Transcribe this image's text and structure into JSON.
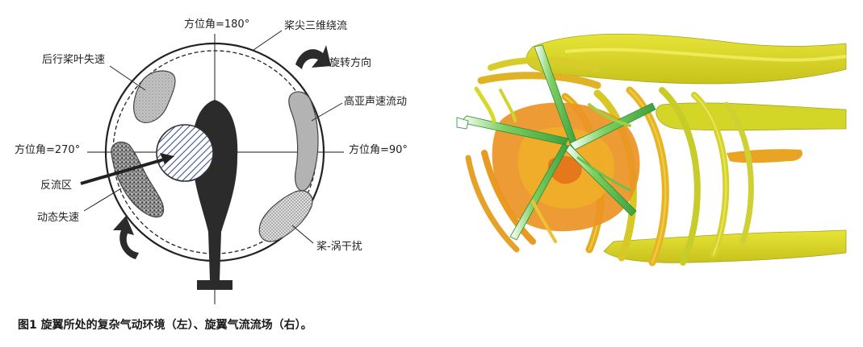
{
  "diagram": {
    "labels": {
      "azimuth_180": "方位角=180°",
      "azimuth_270": "方位角=270°",
      "azimuth_90": "方位角=90°",
      "tip_flow": "桨尖三维绕流",
      "rotation_dir": "旋转方向",
      "retreating_stall": "后行桨叶失速",
      "transonic_flow": "高亚声速流动",
      "reverse_flow": "反流区",
      "dynamic_stall": "动态失速",
      "blade_vortex": "桨-涡干扰"
    }
  },
  "caption": "图1  旋翼所处的复杂气动环境（左）、旋翼气流流场（右）。",
  "colors": {
    "blade": "#2b2b2b",
    "region_gray": "#b3b3b3",
    "reverse_flow_hatch": "#3d4f8a",
    "flow_yellow": "#d8de2a",
    "flow_orange": "#f0a020",
    "flow_green": "#5fc04a"
  }
}
